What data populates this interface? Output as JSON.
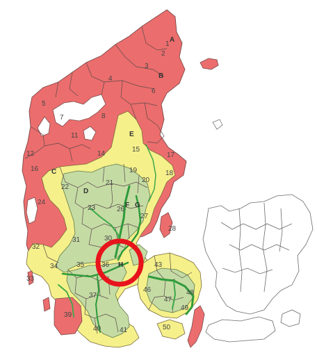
{
  "colors": {
    "red_zone": "#ec6d6d",
    "yellow_zone": "#f5f08a",
    "green_zone": "#c5dba4",
    "river": "#2f9a3a",
    "marker": "#e8141c",
    "island_outline": "#7a7a7a"
  },
  "regions": [
    {
      "id": "r1",
      "label": "1"
    },
    {
      "id": "r2",
      "label": "2"
    },
    {
      "id": "r3",
      "label": "3"
    },
    {
      "id": "r4",
      "label": "4"
    },
    {
      "id": "r5",
      "label": "5"
    },
    {
      "id": "r6",
      "label": "6"
    },
    {
      "id": "r7",
      "label": "7"
    },
    {
      "id": "r8",
      "label": "8"
    },
    {
      "id": "r11",
      "label": "11"
    },
    {
      "id": "r12",
      "label": "12"
    },
    {
      "id": "r14",
      "label": "14"
    },
    {
      "id": "r15",
      "label": "15"
    },
    {
      "id": "r16",
      "label": "16"
    },
    {
      "id": "r17",
      "label": "17"
    },
    {
      "id": "r18",
      "label": "18"
    },
    {
      "id": "r19",
      "label": "19"
    },
    {
      "id": "r20",
      "label": "20"
    },
    {
      "id": "r21",
      "label": "21"
    },
    {
      "id": "r22",
      "label": "22"
    },
    {
      "id": "r23",
      "label": "23"
    },
    {
      "id": "r24",
      "label": "24"
    },
    {
      "id": "r26",
      "label": "26"
    },
    {
      "id": "r27",
      "label": "27"
    },
    {
      "id": "r28",
      "label": "28"
    },
    {
      "id": "r30",
      "label": "30"
    },
    {
      "id": "r31",
      "label": "31"
    },
    {
      "id": "r32",
      "label": "32"
    },
    {
      "id": "r33",
      "label": "33"
    },
    {
      "id": "r34",
      "label": "34"
    },
    {
      "id": "r35",
      "label": "35"
    },
    {
      "id": "r36",
      "label": "36"
    },
    {
      "id": "r37",
      "label": "37"
    },
    {
      "id": "r39",
      "label": "39"
    },
    {
      "id": "r40",
      "label": "40"
    },
    {
      "id": "r41",
      "label": "41"
    },
    {
      "id": "r43",
      "label": "43"
    },
    {
      "id": "r46",
      "label": "46"
    },
    {
      "id": "r47",
      "label": "47"
    },
    {
      "id": "r48",
      "label": "48"
    },
    {
      "id": "r49",
      "label": "49"
    },
    {
      "id": "r50",
      "label": "50"
    }
  ],
  "letters": [
    {
      "id": "la",
      "label": "A"
    },
    {
      "id": "lb",
      "label": "B"
    },
    {
      "id": "lc",
      "label": "C"
    },
    {
      "id": "ld",
      "label": "D"
    },
    {
      "id": "le",
      "label": "E"
    },
    {
      "id": "lf",
      "label": "F"
    },
    {
      "id": "lg",
      "label": "G"
    },
    {
      "id": "lh",
      "label": "H"
    }
  ],
  "marker": {
    "shape": "circle",
    "meaning": "highlighted-area"
  }
}
